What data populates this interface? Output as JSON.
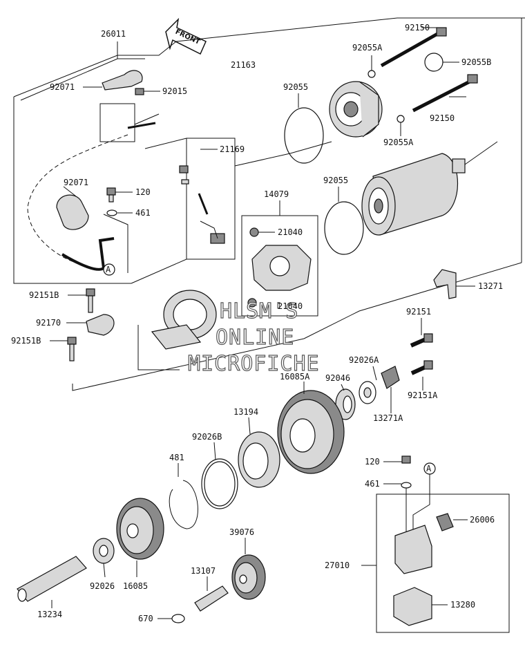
{
  "front_label": "FRONT",
  "callout_letter": "A",
  "labels": {
    "p26011": "26011",
    "p92071a": "92071",
    "p92015": "92015",
    "p21163": "21163",
    "p92150a": "92150",
    "p92055A_top": "92055A",
    "p92055B": "92055B",
    "p92055_top": "92055",
    "p92150b": "92150",
    "p92055A_mid": "92055A",
    "p21169": "21169",
    "p92071b": "92071",
    "p120a": "120",
    "p461a": "461",
    "p14079": "14079",
    "p21040a": "21040",
    "p92055_mid": "92055",
    "p21040b": "21040",
    "p13271": "13271",
    "p92151B_a": "92151B",
    "p92170": "92170",
    "p92151B_b": "92151B",
    "p92151": "92151",
    "p92026A": "92026A",
    "p16085A": "16085A",
    "p92046": "92046",
    "p92151A": "92151A",
    "p13271A": "13271A",
    "p13194": "13194",
    "p92026B": "92026B",
    "p481": "481",
    "p120b": "120",
    "p461b": "461",
    "p26006": "26006",
    "p39076": "39076",
    "p27010": "27010",
    "p13107": "13107",
    "p92026": "92026",
    "p16085": "16085",
    "p13280": "13280",
    "p13234": "13234",
    "p670": "670"
  },
  "watermark": {
    "line1": "HLSM'S",
    "line2": "ONLINE",
    "line3": "MICROFICHE"
  }
}
